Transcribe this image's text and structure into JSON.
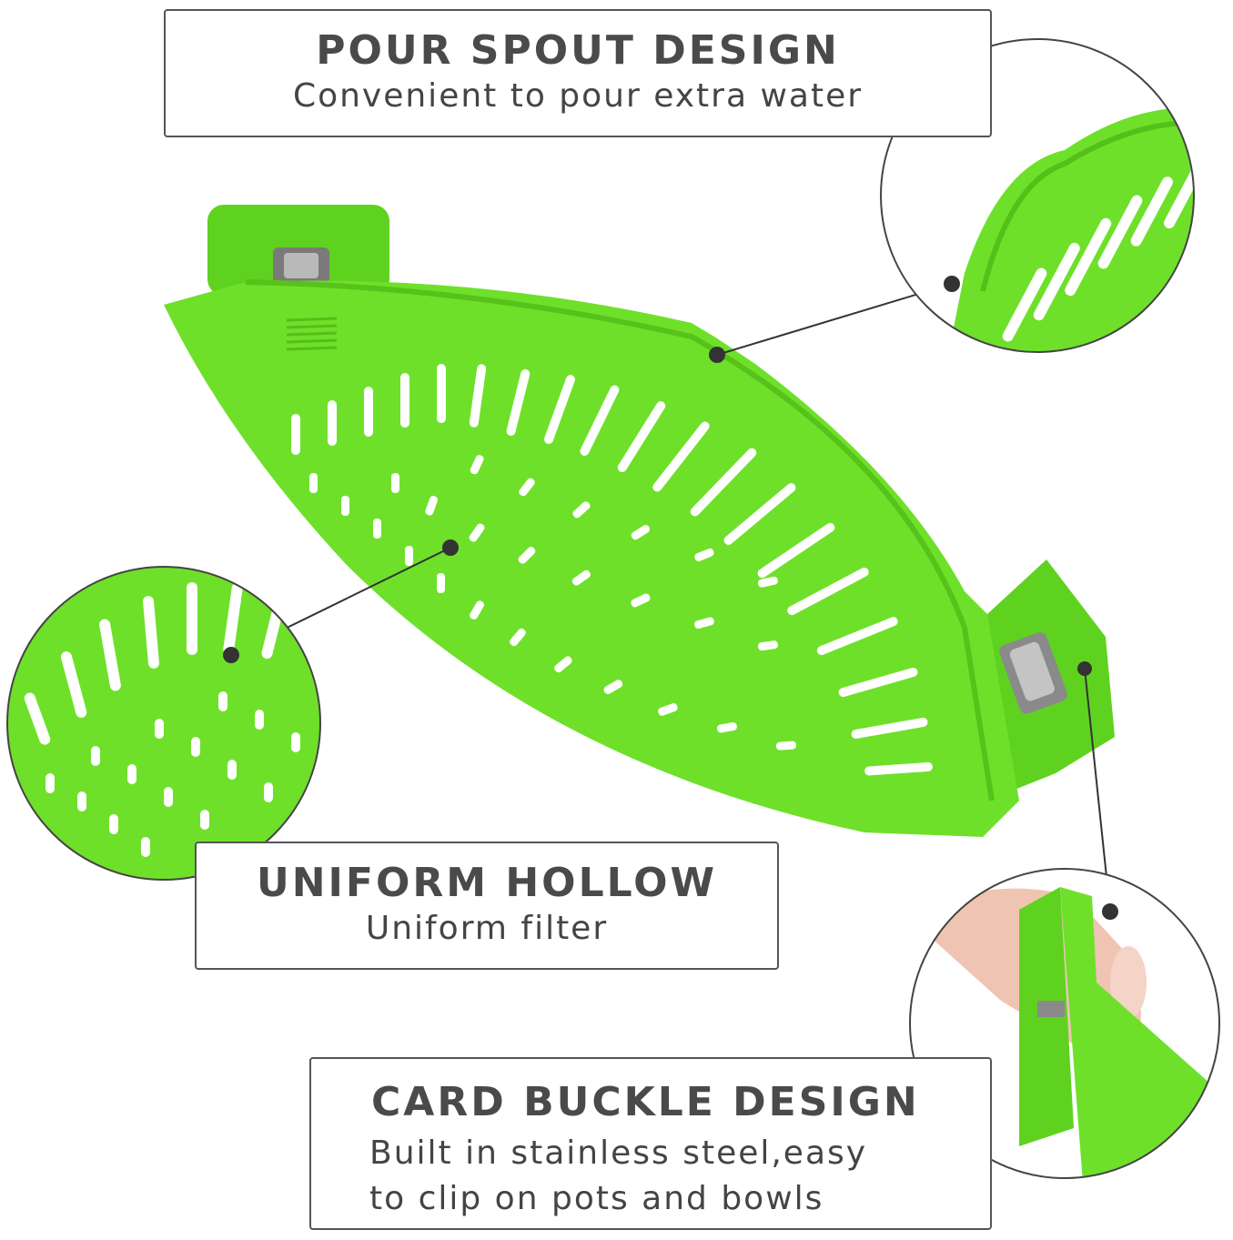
{
  "callouts": {
    "pour_spout": {
      "title": "POUR SPOUT DESIGN",
      "subtitle": "Convenient to pour extra water"
    },
    "uniform_hollow": {
      "title": "UNIFORM HOLLOW",
      "subtitle": "Uniform filter"
    },
    "card_buckle": {
      "title": "CARD BUCKLE DESIGN",
      "subtitle_line1": "Built in stainless steel,easy",
      "subtitle_line2": "to clip on pots and bowls"
    }
  },
  "colors": {
    "product_green": "#6ee02a",
    "product_green_dark": "#4fbf17",
    "outline": "#555555",
    "text": "#444444"
  }
}
